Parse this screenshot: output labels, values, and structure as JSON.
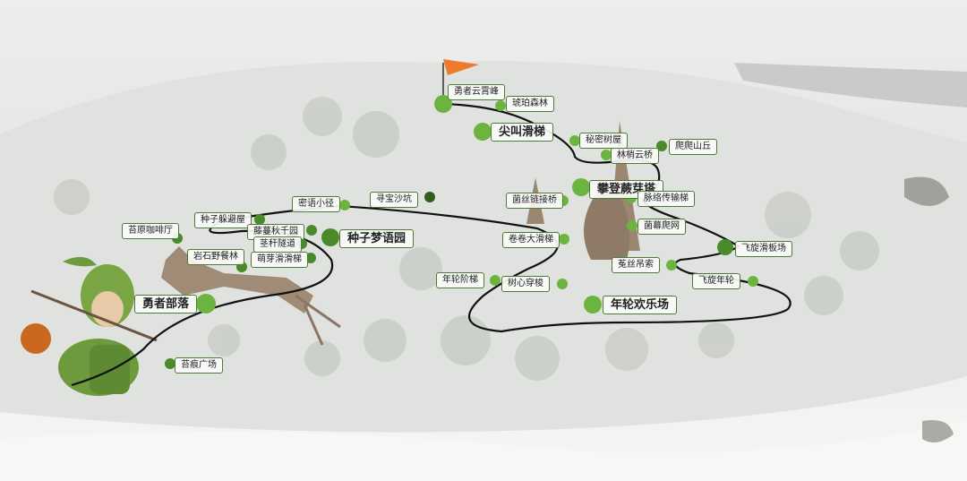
{
  "title": "Park attractions map",
  "colors": {
    "route": "#111111",
    "dot": "#6db33f",
    "border": "#4d7a34",
    "flag": "#f07a2c"
  },
  "labels": {
    "yongzhe_yunxiaofeng": "勇者云霄峰",
    "hupo_senlin": "琥珀森林",
    "jianjiao_huati": "尖叫滑梯",
    "mimi_shuwu": "秘密树屋",
    "papa_shanqiu": "爬爬山丘",
    "linshao_yunqiao": "林梢云桥",
    "pandeng_jueyata": "攀登蕨芽塔",
    "junsi_lianjieqiao": "菌丝链接桥",
    "mailuo_chuanshuti": "脉络传输梯",
    "junmu_pawang": "菌幕爬网",
    "juanjuan_dahuati": "卷卷大滑梯",
    "feixuan_huabanchang": "飞旋滑板场",
    "tusi_diaosuo": "菟丝吊索",
    "feixuan_nianlun": "飞旋年轮",
    "nianlun_jieti": "年轮阶梯",
    "shuxin_chuansuo": "树心穿梭",
    "nianlun_huanlechang": "年轮欢乐场",
    "xunbao_shakeng": "寻宝沙坑",
    "miyu_xiaojing": "密语小径",
    "zhongzi_mengyuyuan": "种子梦语园",
    "zhongzi_duobiwu": "种子躲避屋",
    "taiyuan_kafeiting": "苔原咖啡厅",
    "tengman_qiuqianyuan": "藤蔓秋千园",
    "jinggan_suidao": "茎秆隧道",
    "yanshi_yecanlin": "岩石野餐林",
    "mengya_huahuati": "萌芽滑滑梯",
    "yongzhe_buluo": "勇者部落",
    "taihen_guangchang": "苔痕广场"
  }
}
